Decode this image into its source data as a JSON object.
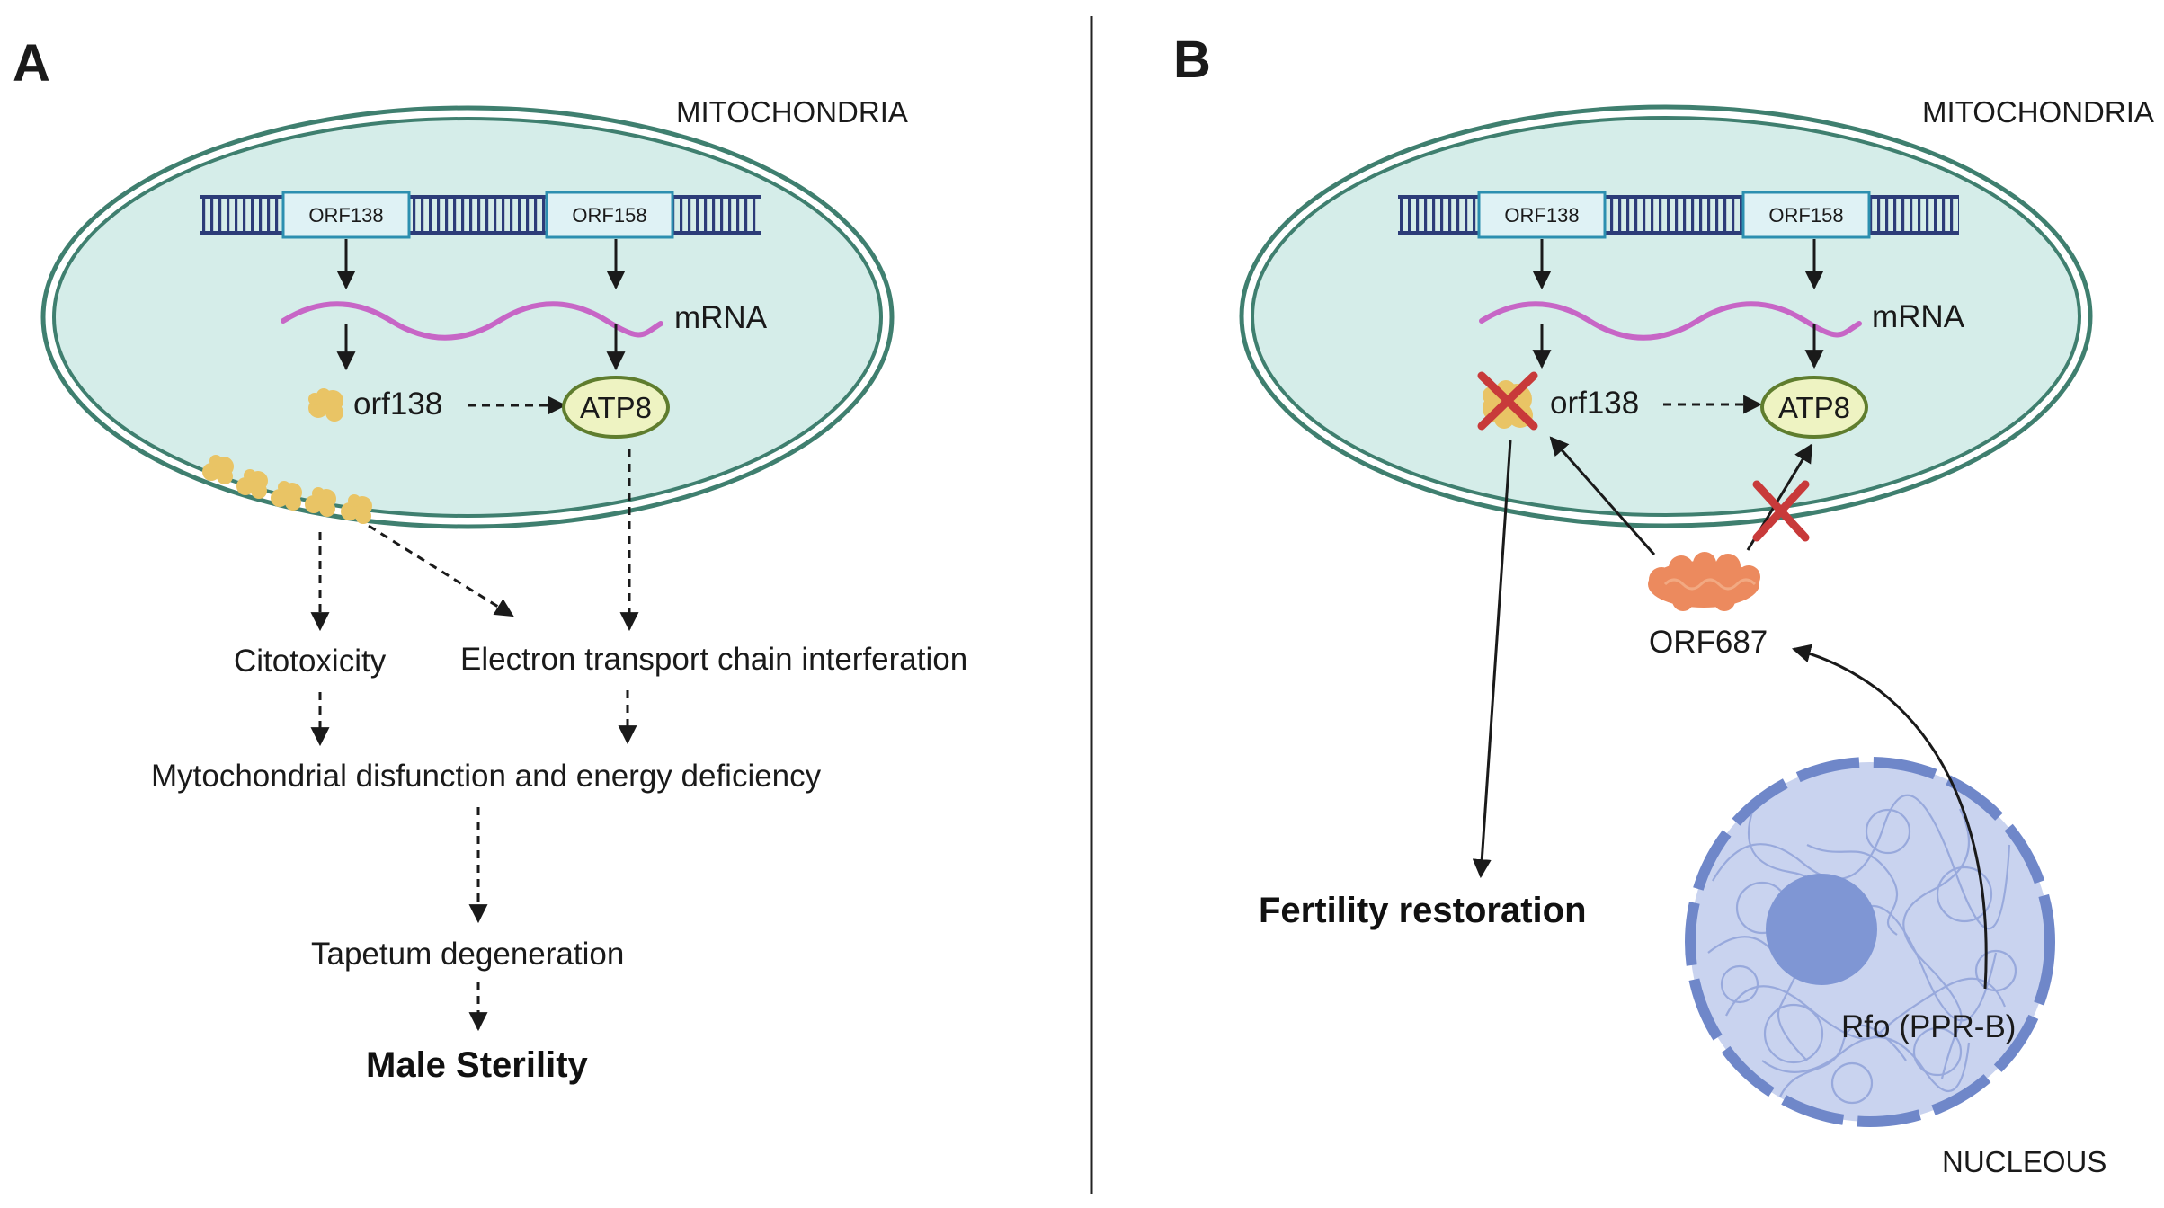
{
  "panel_a": {
    "letter": "A",
    "compartment": "MITOCHONDRIA",
    "gene_1": "ORF138",
    "gene_2": "ORF158",
    "transcript": "mRNA",
    "protein_1": "orf138",
    "protein_2": "ATP8",
    "effect_1": "Citotoxicity",
    "effect_2": "Electron transport chain interferation",
    "outcome_1": "Mytochondrial disfunction and energy deficiency",
    "outcome_2": "Tapetum degeneration",
    "final": "Male Sterility"
  },
  "panel_b": {
    "letter": "B",
    "compartment": "MITOCHONDRIA",
    "gene_1": "ORF138",
    "gene_2": "ORF158",
    "transcript": "mRNA",
    "protein_1": "orf138",
    "protein_2": "ATP8",
    "restorer_protein": "ORF687",
    "restorer_gene": "Rfo (PPR-B)",
    "nucleus": "NUCLEOUS",
    "final": "Fertility restoration"
  },
  "colors": {
    "membrane": "#3f7f6f",
    "matrix": "#d5ede9",
    "dna": "#2c3c78",
    "gene_box": "#dff2f5",
    "gene_border": "#2c8fb0",
    "mrna": "#c766c6",
    "protein_orf138": "#e9c465",
    "atp8_fill": "#eef3c2",
    "atp8_border": "#5f7d2e",
    "orf687": "#ec8a5e",
    "inhibit": "#c83a3a",
    "nucleus_fill": "#c9d3ef",
    "nucleus_border": "#6f87c9",
    "nucleolus": "#7f96d4"
  }
}
